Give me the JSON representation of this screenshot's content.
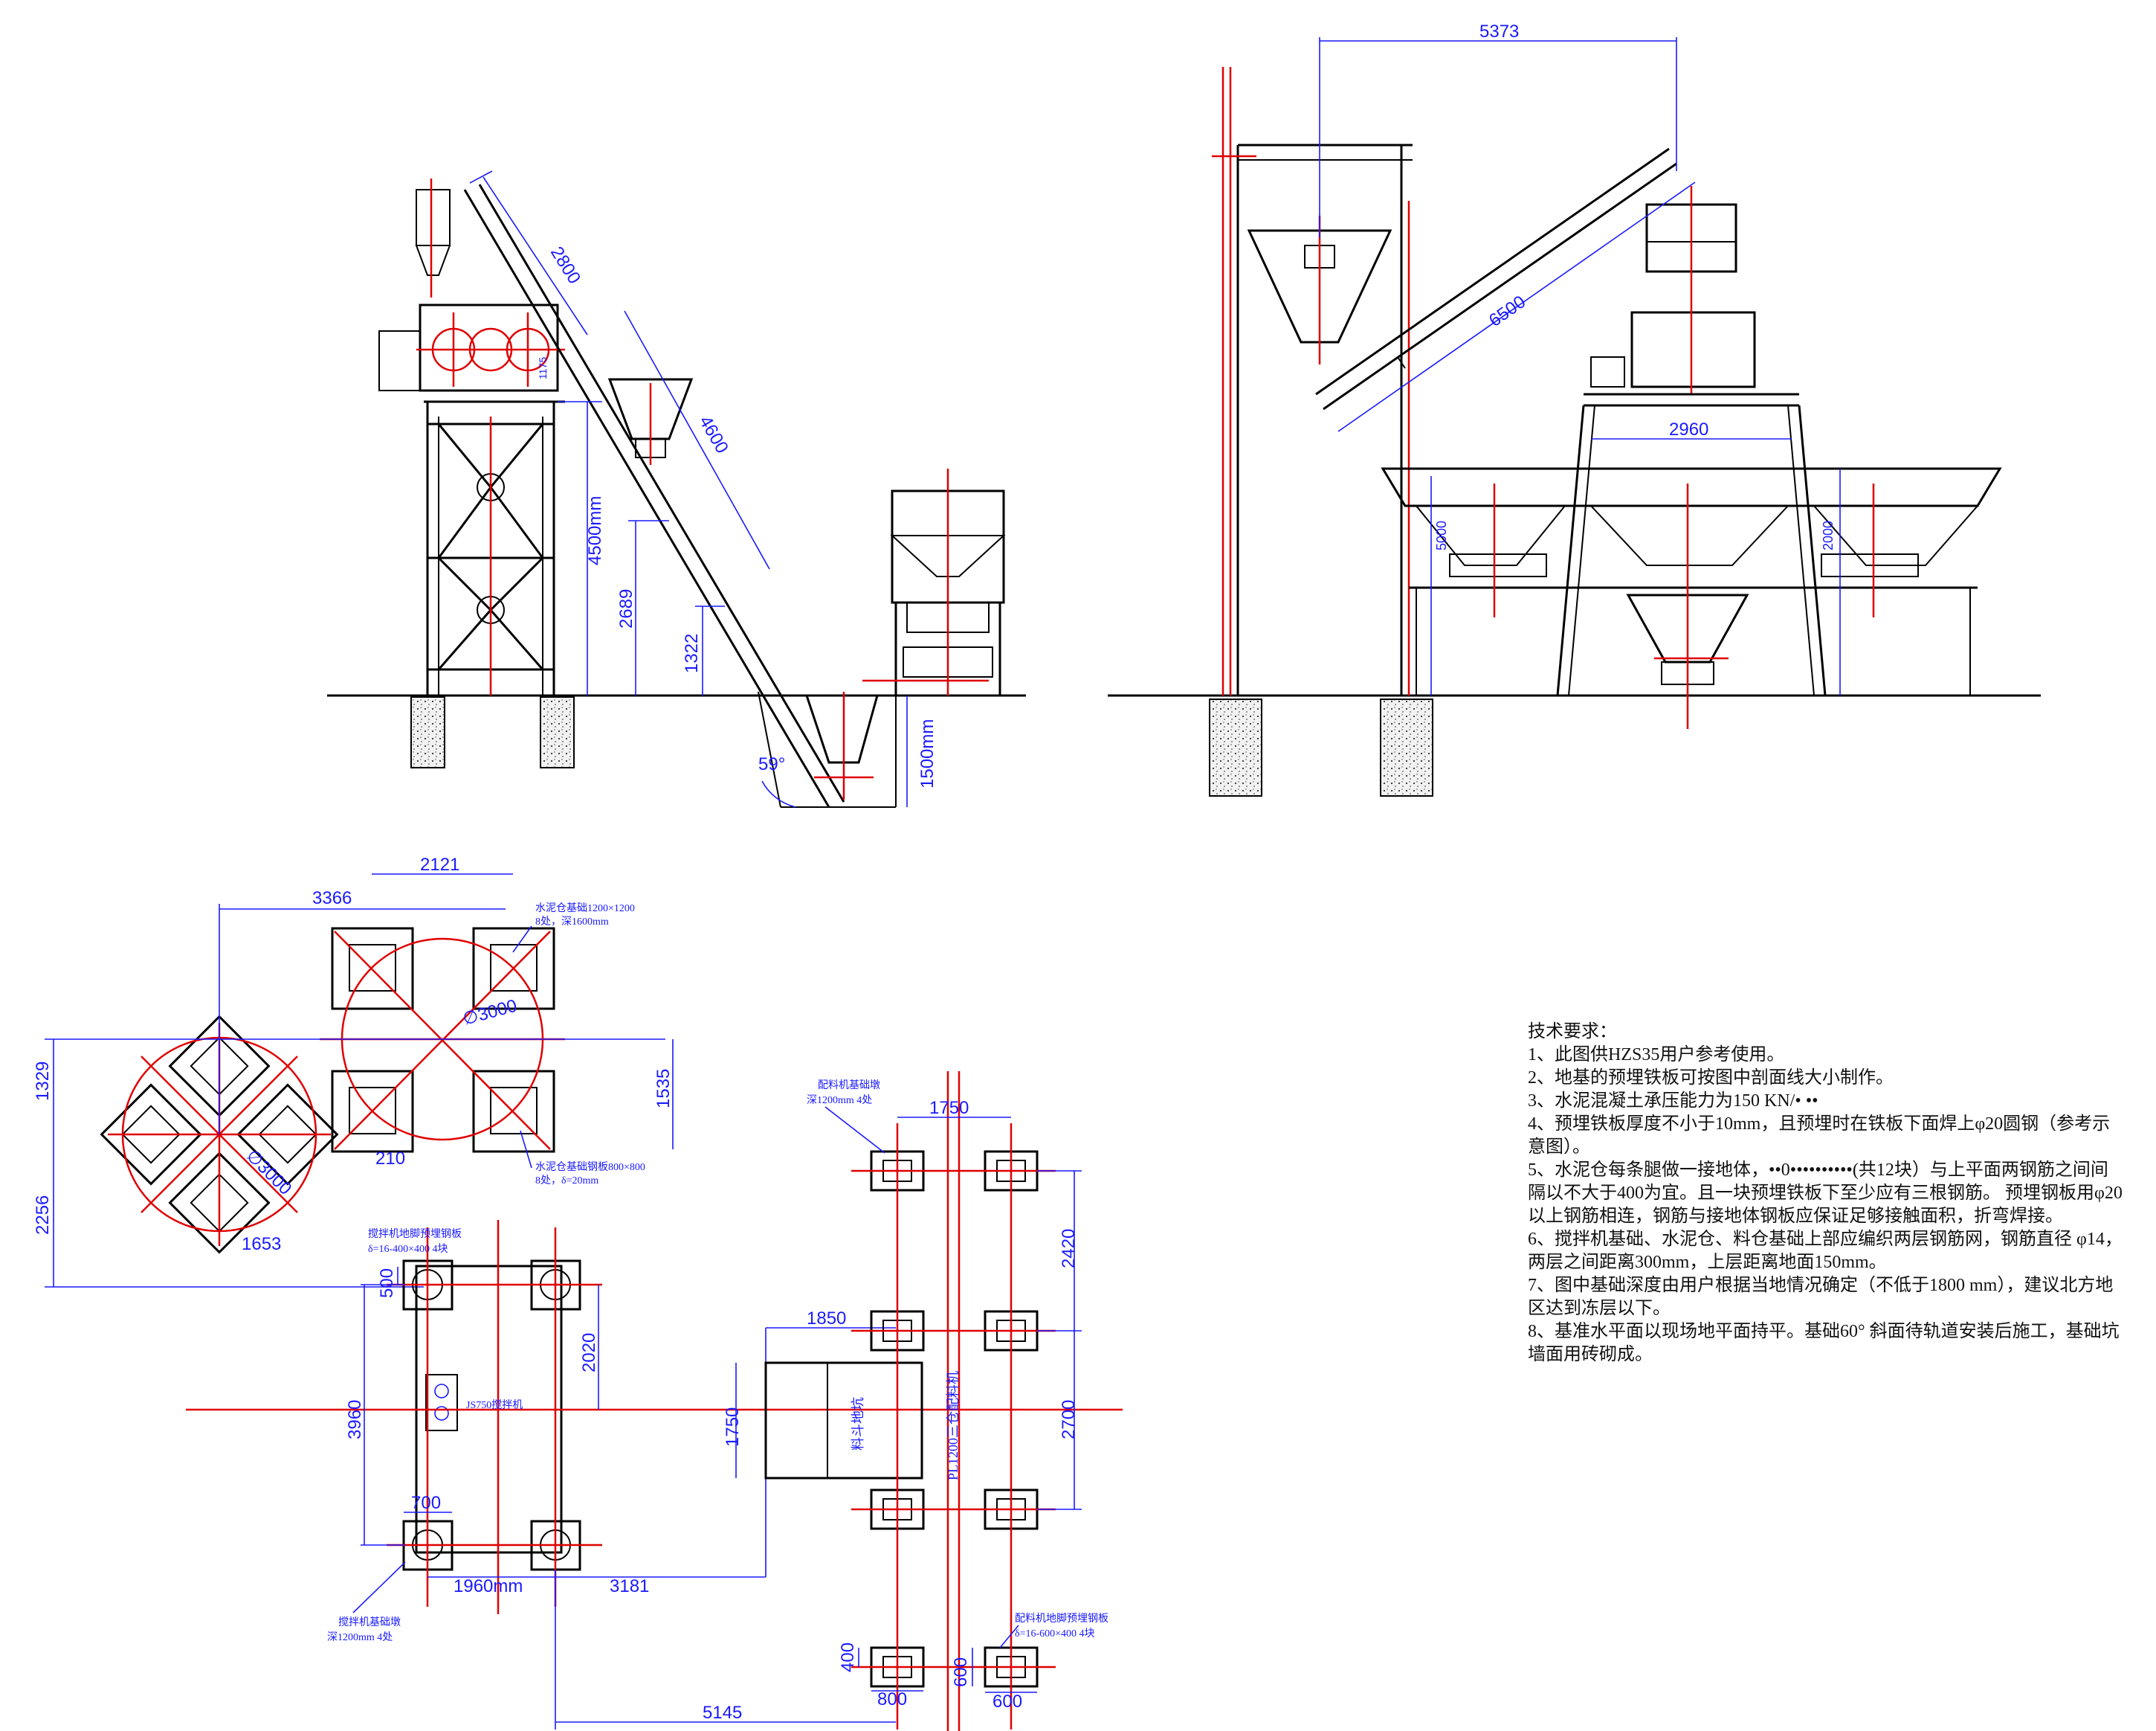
{
  "elevation_left": {
    "dims": {
      "conveyor_upper": "2800",
      "conveyor_lower": "4600",
      "height_total": "4500mm",
      "height_mid": "2689",
      "height_low": "1322",
      "pit_depth": "1500mm",
      "angle": "59°",
      "small": "1175"
    }
  },
  "elevation_right": {
    "dims": {
      "top_span": "5373",
      "conveyor": "6500",
      "batcher_width": "2960",
      "height_a": "5000",
      "height_b": "2000"
    }
  },
  "plan": {
    "dims": {
      "d3366": "3366",
      "d2121": "2121",
      "d1329": "1329",
      "d1535": "1535",
      "d2256": "2256",
      "d210": "210",
      "d1653": "1653",
      "d3000a": "∅3000",
      "d3000b": "∅3000",
      "d500": "500",
      "d2020": "2020",
      "d3960": "3960",
      "d700": "700",
      "d1960": "1960mm",
      "d3181": "3181",
      "d5145": "5145",
      "d1850": "1850",
      "d1750a": "1750",
      "d1750b": "1750",
      "d2420": "2420",
      "d2700": "2700",
      "d400": "400",
      "d800": "800",
      "d600a": "600",
      "d600b": "600"
    },
    "labels": {
      "cement_base_1": "水泥仓基础1200×1200",
      "cement_base_2": "8处，深1600mm",
      "cement_plate_1": "水泥仓基础钢板800×800",
      "cement_plate_2": "8处，δ=20mm",
      "mixer_plate_1": "搅拌机地脚预埋钢板",
      "mixer_plate_2": "δ=16-400×400   4块",
      "mixer_name": "JS750搅拌机",
      "mixer_base_1": "搅拌机基础墩",
      "mixer_base_2": "深1200mm  4处",
      "batcher_base_1": "配料机基础墩",
      "batcher_base_2": "深1200mm  4处",
      "hopper_pit": "料斗地坑",
      "batcher_name": "PL1200三仓配料机",
      "batcher_plate_1": "配料机地脚预埋钢板",
      "batcher_plate_2": "δ=16-600×400   4块"
    }
  },
  "notes": {
    "title": "技术要求：",
    "items": [
      "1、此图供HZS35用户参考使用。",
      "2、地基的预埋铁板可按图中剖面线大小制作。",
      "3、水泥混凝土承压能力为150 KN/• ••",
      "4、预埋铁板厚度不小于10mm，且预埋时在铁板下面焊上φ20圆钢（参考示意图）。",
      "5、水泥仓每条腿做一接地体，••0••••••••••(共12块）与上平面两钢筋之间间隔以不大于400为宜。且一块预埋铁板下至少应有三根钢筋。 预埋钢板用φ20以上钢筋相连，钢筋与接地体钢板应保证足够接触面积，折弯焊接。",
      "6、搅拌机基础、水泥仓、料仓基础上部应编织两层钢筋网，钢筋直径 φ14，两层之间距离300mm，上层距离地面150mm。",
      "7、图中基础深度由用户根据当地情况确定（不低于1800 mm），建议北方地区达到冻层以下。",
      "8、基准水平面以现场地平面持平。基础60° 斜面待轨道安装后施工，基础坑墙面用砖砌成。"
    ]
  }
}
